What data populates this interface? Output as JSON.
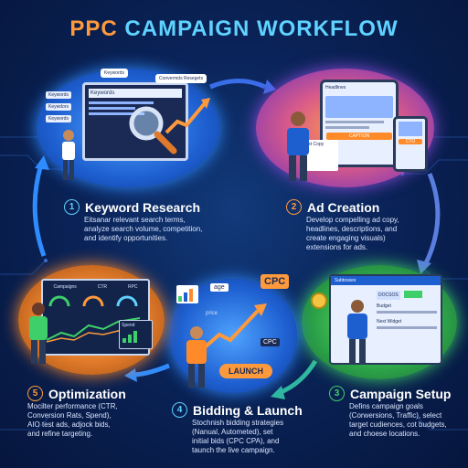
{
  "title": {
    "part1": "PPC",
    "part2": "CAMPAIGN WORKFLOW"
  },
  "colors": {
    "blue": "#2f8cff",
    "orange": "#ff8a2a",
    "green": "#3fcf6a",
    "purple": "#8a4bd8",
    "cyan": "#5fd2ff"
  },
  "steps": [
    {
      "number": "1",
      "title": "Keyword Research",
      "lines": [
        "Eitsanar relevant search terms,",
        "analyze search volume, competition,",
        "and identify opportunities."
      ]
    },
    {
      "number": "2",
      "title": "Ad Creation",
      "lines": [
        "Develop compelling ad copy,",
        "headlines, descriptions, and",
        "create engaging visuals)",
        "extensions for ads."
      ]
    },
    {
      "number": "3",
      "title": "Campaign Setup",
      "lines": [
        "Defins campaign goals",
        "(Corwersions, Traffic), select",
        "target cudiences, cot budgets,",
        "and choese locations."
      ]
    },
    {
      "number": "4",
      "title": "Bidding & Launch",
      "lines": [
        "Stochnish bidding strategies",
        "(Nanual, Autometed), set",
        "initial bids (CPC CPA), and",
        "taunch the live campaign."
      ]
    },
    {
      "number": "5",
      "title": "Optimization",
      "lines": [
        "Mocilter performance (CTR,",
        "Conversion Rats, Spend),",
        "AIO test ads, adjock bids,",
        "and refine targeting."
      ]
    }
  ],
  "scene1": {
    "screen_heading": "Keywords",
    "bubble_a": "Keywords",
    "bubble_b": "Convermds Resegets",
    "tag_a": "Keywords",
    "tag_b": "Keywdors",
    "tag_c": "Keywords"
  },
  "scene2": {
    "tablet_heading": "Headlines",
    "button": "CAPTION",
    "phone_button": "CTO",
    "paper_label": "Text Copy"
  },
  "scene3": {
    "panel_a": "Subtosses",
    "panel_b": "DOCSOS",
    "panel_c": "Budget",
    "panel_d": "Next Widget"
  },
  "scene4": {
    "badge": "CPC",
    "chip": "age",
    "label": "price",
    "sub_badge": "CPC",
    "launch": "LAUNCH"
  },
  "scene5": {
    "gauge_a": "Campaigns",
    "gauge_b": "CTR",
    "gauge_c": "RPC",
    "card": "Spend"
  }
}
